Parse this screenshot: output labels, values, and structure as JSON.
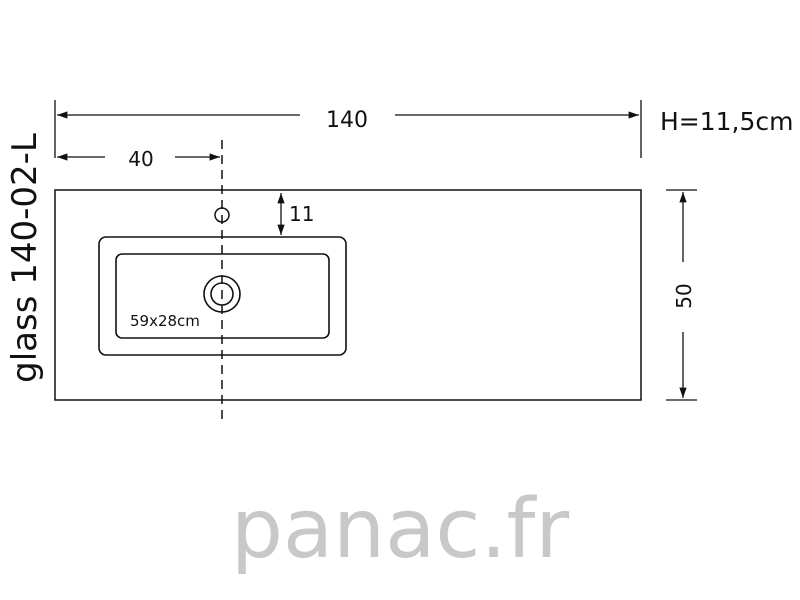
{
  "product": {
    "model": "glass 140-02-L"
  },
  "dimensions": {
    "total_width": "140",
    "height": "H=11,5cm",
    "offset": "40",
    "depth": "50",
    "tap_offset": "11",
    "basin_size": "59x28cm"
  },
  "brand": {
    "name": "panac",
    "tld": "fr"
  },
  "colors": {
    "line": "#111111",
    "brand": "#c8c8c8"
  }
}
